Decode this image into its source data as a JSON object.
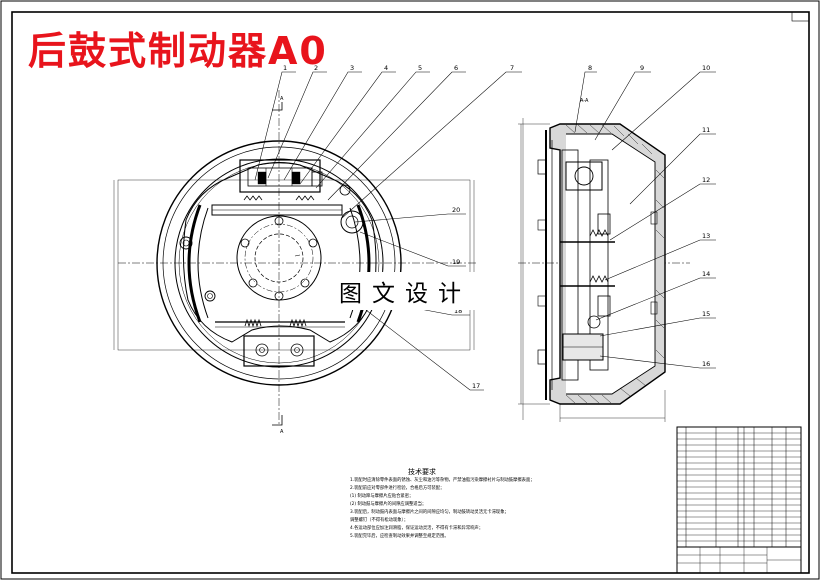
{
  "title": "后鼓式制动器A0",
  "watermark": "图文设计",
  "callouts": [
    "1",
    "2",
    "3",
    "4",
    "5",
    "6",
    "7",
    "8",
    "9",
    "10",
    "11",
    "12",
    "13",
    "14",
    "15",
    "16",
    "17",
    "18",
    "19",
    "20"
  ],
  "section_marks": [
    "A",
    "A-A"
  ],
  "technical_requirements": {
    "heading": "技术要求",
    "lines": [
      "1.装配时应清除零件表面的锈蚀、灰尘和油污等杂物，严禁油脂污染摩擦衬片与制动鼓摩擦表面；",
      "2.装配前应对零部件进行检验，合格后方可装配；",
      "(1) 制动蹄与摩擦片应贴合紧密；",
      "(2) 制动鼓与摩擦片的间隙应调整适当；",
      "3.装配后，制动鼓内表面与摩擦片之间的间隙应均匀，制动鼓转动灵活无卡滞现象；",
      "调整螺钉（不得有松动现象）；",
      "4.各运动部位应加注润滑脂，保证运动灵活，不得有卡滞和异常响声；",
      "5.装配完毕后，应检查制动效果并调整至规定范围。"
    ]
  }
}
